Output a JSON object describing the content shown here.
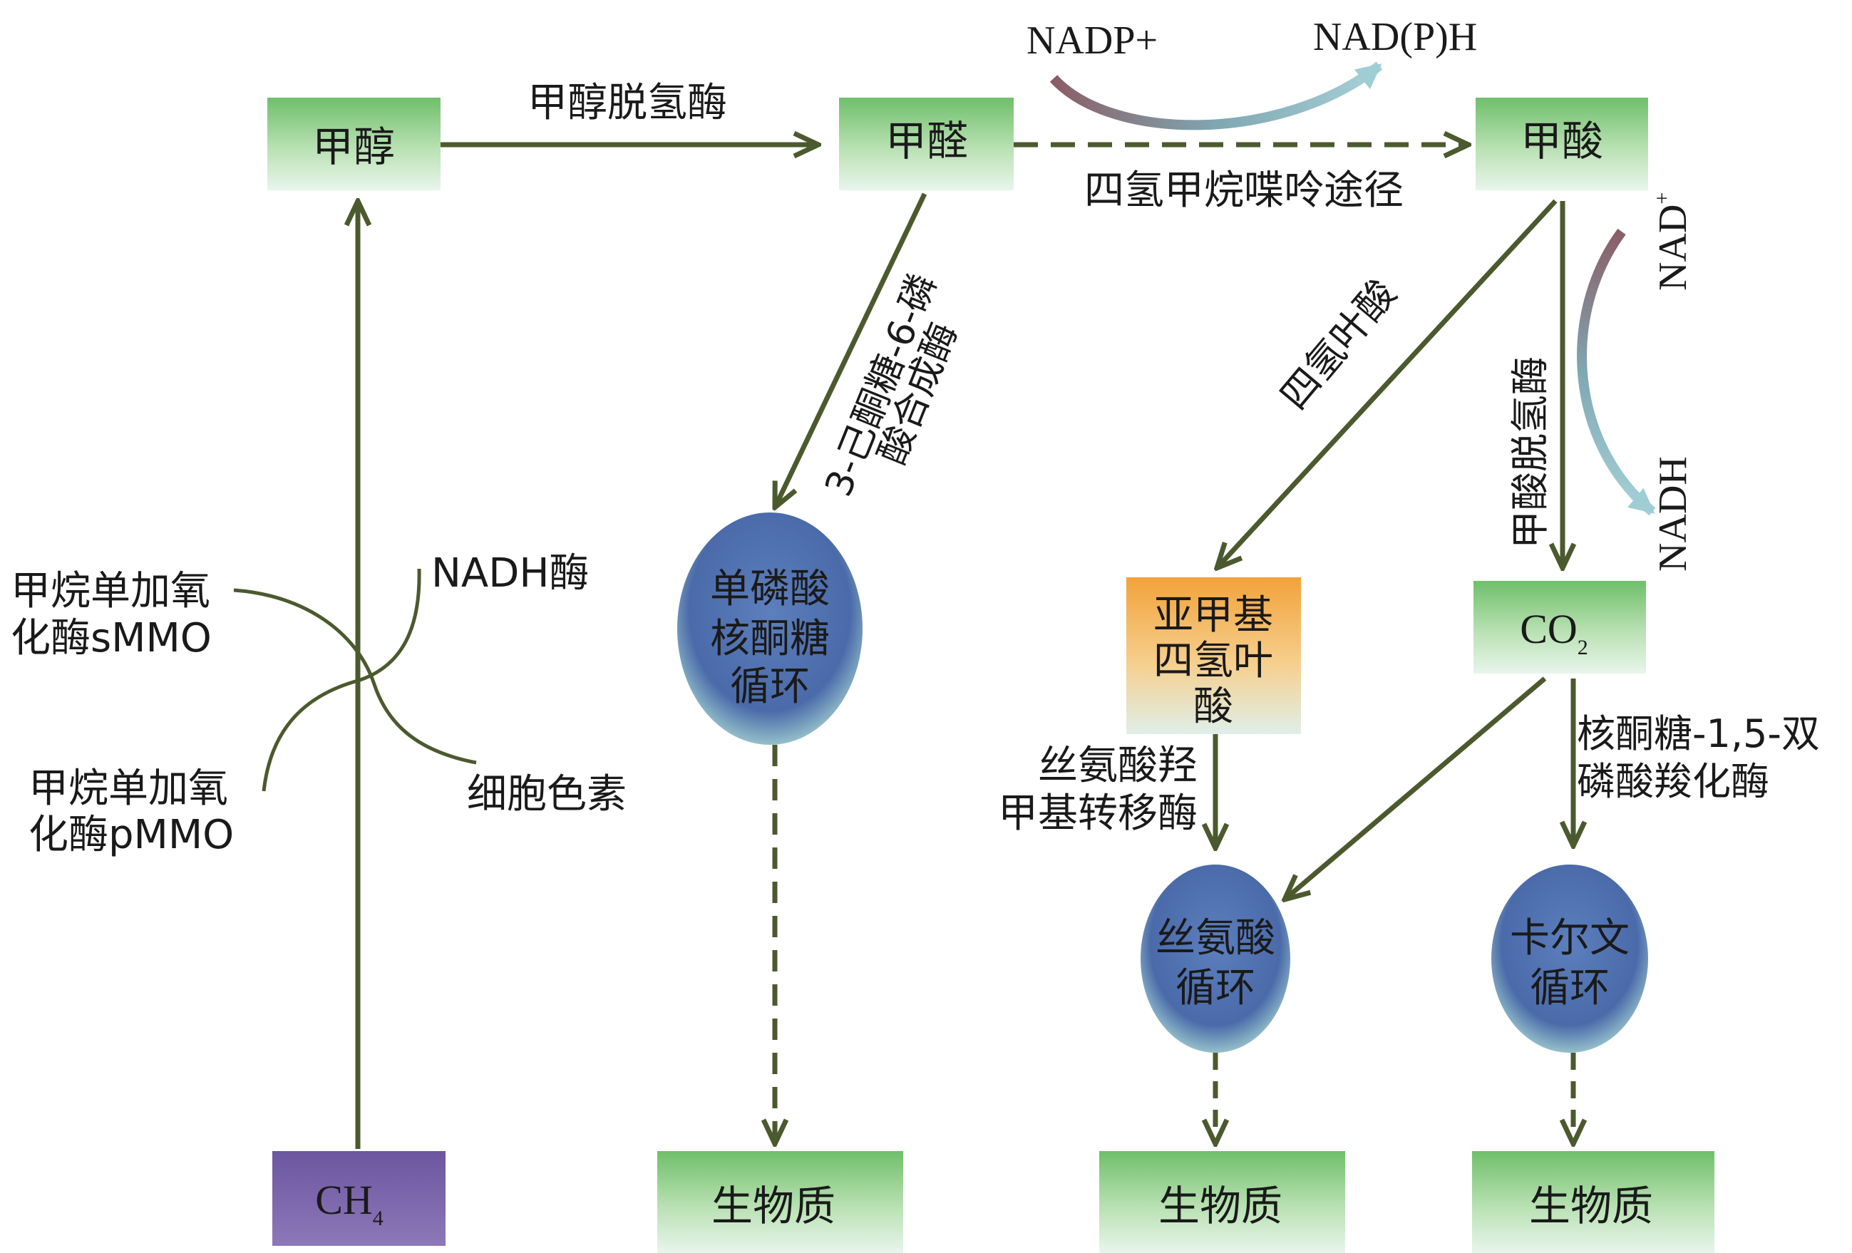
{
  "nodes": {
    "methanol": "甲醇",
    "formaldehyde": "甲醛",
    "formic_acid": "甲酸",
    "methane_main": "CH",
    "methane_sub": "4",
    "co2_main": "CO",
    "co2_sub": "2",
    "methylene_thf": [
      "亚甲基",
      "四氢叶",
      "酸"
    ],
    "rump_cycle": [
      "单磷酸",
      "核酮糖",
      "循环"
    ],
    "serine_cycle": [
      "丝氨酸",
      "循环"
    ],
    "calvin_cycle": [
      "卡尔文",
      "循环"
    ],
    "biomass_1": "生物质",
    "biomass_2": "生物质",
    "biomass_3": "生物质"
  },
  "labels": {
    "methanol_dehydrogenase": "甲醇脱氢酶",
    "thmpt_pathway": "四氢甲烷喋呤途径",
    "nadp_plus": "NADP+",
    "nadph": "NAD(P)H",
    "nad_plus_main": "NAD",
    "nad_plus_sup": "+",
    "nadh_right": "NADH",
    "hps_line1": "3-己酮糖-6-磷",
    "hps_line2": "酸合成酶",
    "thf": "四氢叶酸",
    "fdh": "甲酸脱氢酶",
    "smmo_line1": "甲烷单加氧",
    "smmo_line2": "化酶sMMO",
    "pmmo_line1": "甲烷单加氧",
    "pmmo_line2": "化酶pMMO",
    "nadh_enzyme": "NADH酶",
    "cytochrome": "细胞色素",
    "shmt_line1": "丝氨酸羟",
    "shmt_line2": "甲基转移酶",
    "rubisco_line1": "核酮糖-1,5-双",
    "rubisco_line2": "磷酸羧化酶"
  },
  "colors": {
    "green_node": "#7cc576",
    "orange_node": "#f3a640",
    "purple_node": "#7a62a8",
    "cycle_blue": "#3f63a6",
    "arrow": "#4b5a2e",
    "cofactor_arrow": "#8fb7c0"
  }
}
